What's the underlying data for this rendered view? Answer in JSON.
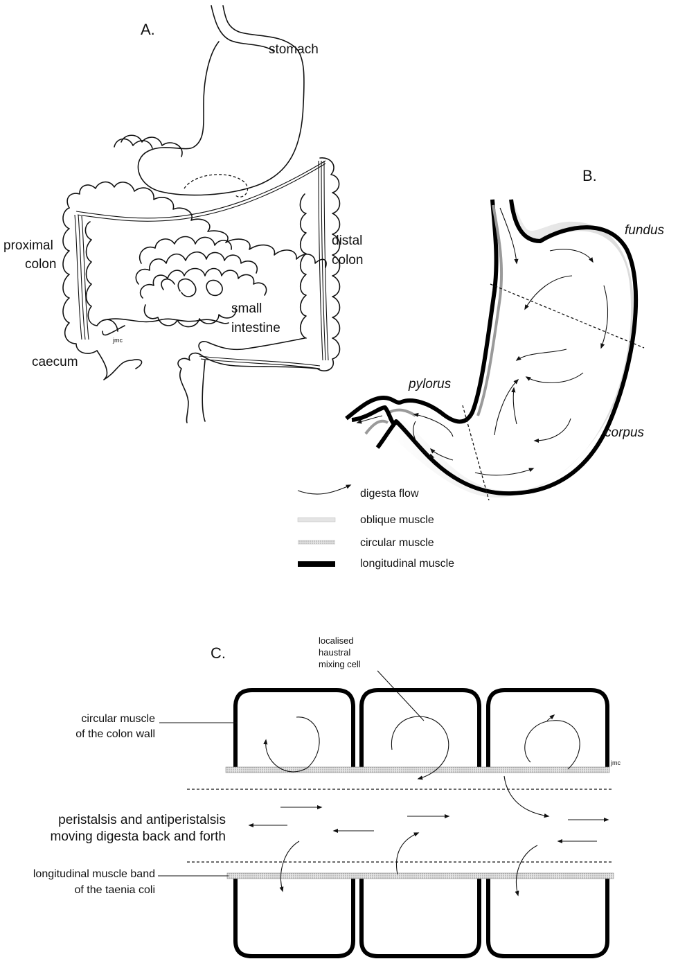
{
  "panels": {
    "a": {
      "label": "A.",
      "labels": {
        "stomach": "stomach",
        "proximal_colon": [
          "proximal",
          "colon"
        ],
        "distal_colon": [
          "distal",
          "colon"
        ],
        "small_intestine": [
          "small",
          "intestine"
        ],
        "caecum": "caecum",
        "initials": "jmc"
      }
    },
    "b": {
      "label": "B.",
      "labels": {
        "fundus": "fundus",
        "pylorus": "pylorus",
        "corpus": "corpus"
      },
      "legend": [
        {
          "key": "digesta-flow",
          "text": "digesta flow"
        },
        {
          "key": "oblique-muscle",
          "text": "oblique muscle"
        },
        {
          "key": "circular-muscle",
          "text": "circular muscle"
        },
        {
          "key": "longitudinal-muscle",
          "text": "longitudinal muscle"
        }
      ]
    },
    "c": {
      "label": "C.",
      "labels": {
        "mixing_cell": [
          "localised",
          "haustral",
          "mixing cell"
        ],
        "circular_muscle": [
          "circular muscle",
          "of the colon wall"
        ],
        "peristalsis": [
          "peristalsis and antiperistalsis",
          "moving digesta back and forth"
        ],
        "longitudinal_band": [
          "longitudinal muscle band",
          "of the taenia coli"
        ],
        "initials": "jmc"
      }
    }
  },
  "colors": {
    "ink": "#111111",
    "oblique": "#d9d9d9",
    "circular": "#9a9a9a",
    "longitudinal": "#000000"
  }
}
